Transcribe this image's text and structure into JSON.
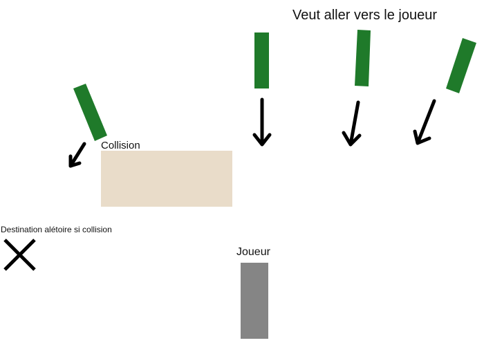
{
  "labels": {
    "title": "Veut aller vers le joueur",
    "collision": "Collision",
    "random_destination": "Destination alétoire si collision",
    "player": "Joueur"
  },
  "colors": {
    "enemy": "#1f7a2a",
    "obstacle": "#e9dcc9",
    "player": "#858585",
    "arrow": "#000000",
    "text": "#111111"
  },
  "icons": {
    "destination_marker": "x-cross-icon",
    "movement": "down-arrow-icon"
  }
}
